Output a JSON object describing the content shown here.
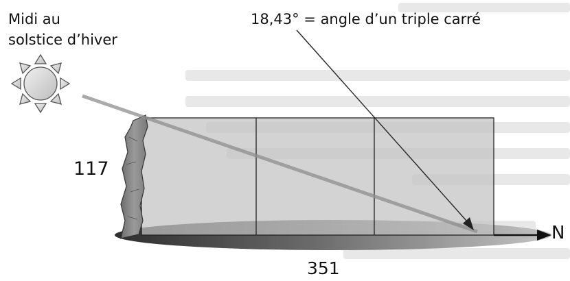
{
  "labels": {
    "event_line1": "Midi au",
    "event_line2": "solstice d’hiver",
    "angle_text": "18,43° = angle d’un triple carré",
    "height": "117",
    "length": "351",
    "north": "N"
  },
  "icons": {
    "sun": "sun-icon",
    "north_arrow": "arrow-right-icon"
  },
  "colors": {
    "background_text": "#cfcfcf",
    "box_fill": "#c9c9c9",
    "sun_fill": "#dcdcdc",
    "stone_fill": "#8a8a8a",
    "shadow_dark": "#4a4a4a",
    "ink": "#111111"
  }
}
